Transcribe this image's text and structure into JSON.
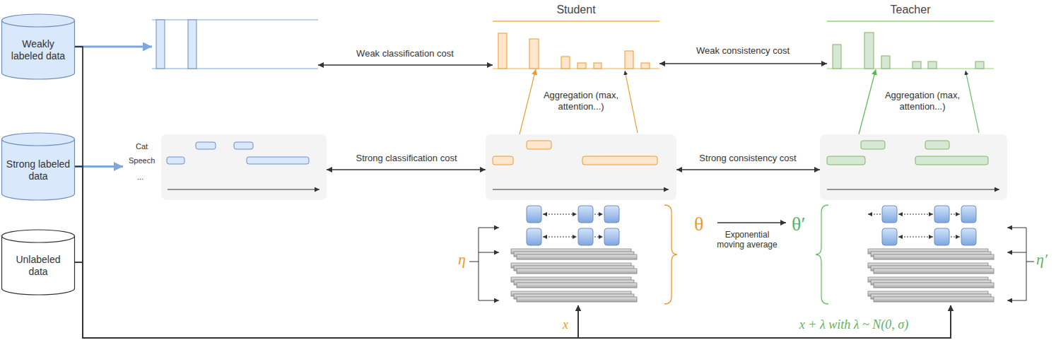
{
  "diagram": {
    "nodes": [
      {
        "text": [
          "Weakly labeled data"
        ]
      },
      {
        "text": [
          "Strong labeled data"
        ]
      },
      {
        "text": [
          "Unlabeled data"
        ]
      },
      {
        "text": []
      },
      {
        "text": [
          "Cat",
          "Speech",
          "..."
        ]
      },
      {
        "text": [
          "Student"
        ]
      },
      {
        "text": []
      },
      {
        "text": [
          "Teacher"
        ]
      },
      {
        "text": []
      },
      {
        "text": [
          "θ"
        ]
      },
      {
        "text": [
          "θ′"
        ]
      }
    ],
    "edges": [
      {
        "from": 0,
        "to": 3,
        "arrow": "to"
      },
      {
        "from": 1,
        "to": 4,
        "arrow": "to"
      },
      {
        "from": 3,
        "to": 5,
        "label": "Weak classification cost",
        "arrow": "both"
      },
      {
        "from": 4,
        "to": 6,
        "label": "Strong classification cost",
        "arrow": "both"
      },
      {
        "from": 5,
        "to": 7,
        "label": "Weak consistency cost",
        "arrow": "both"
      },
      {
        "from": 6,
        "to": 8,
        "label": "Strong consistency cost",
        "arrow": "both"
      },
      {
        "from": 6,
        "to": 5,
        "label": "Aggregation (max, attention...)",
        "arrow": "to"
      },
      {
        "from": 8,
        "to": 7,
        "label": "Aggregation (max, attention...)",
        "arrow": "to"
      },
      {
        "from": 9,
        "to": 10,
        "label": "Exponential moving average",
        "arrow": "to"
      },
      {
        "from": 0,
        "to": 9,
        "arrow": "to"
      },
      {
        "from": 1,
        "to": 9,
        "arrow": "to"
      },
      {
        "from": 2,
        "to": 9,
        "label": "x",
        "arrow": "to"
      },
      {
        "from": 0,
        "to": 10,
        "arrow": "to"
      },
      {
        "from": 1,
        "to": 10,
        "arrow": "to"
      },
      {
        "from": 2,
        "to": 10,
        "label": "x + λ with λ ~ N(0, σ)",
        "arrow": "to"
      }
    ],
    "labels": [
      "η",
      "η′"
    ]
  }
}
